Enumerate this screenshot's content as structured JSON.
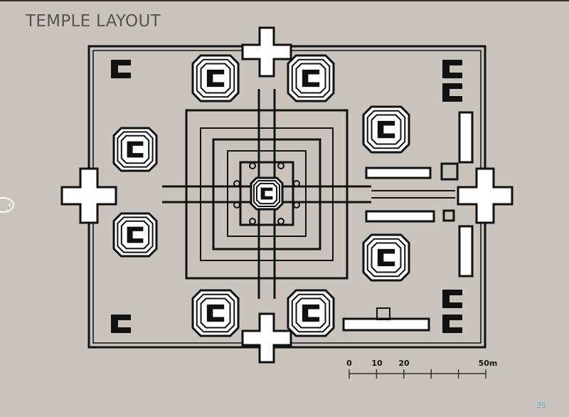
{
  "title": "TEMPLE LAYOUT",
  "scale_bar": {
    "labels": [
      "0",
      "10",
      "20",
      "50m"
    ],
    "unit": "m",
    "max": 50,
    "tick_step": 10
  },
  "page_number": "35",
  "colors": {
    "background": "#c9c5be",
    "ink": "#111111",
    "title": "#555555",
    "page_number": "#6aa9c8"
  },
  "nav": {
    "prev_icon": "chevron-left-icon"
  }
}
